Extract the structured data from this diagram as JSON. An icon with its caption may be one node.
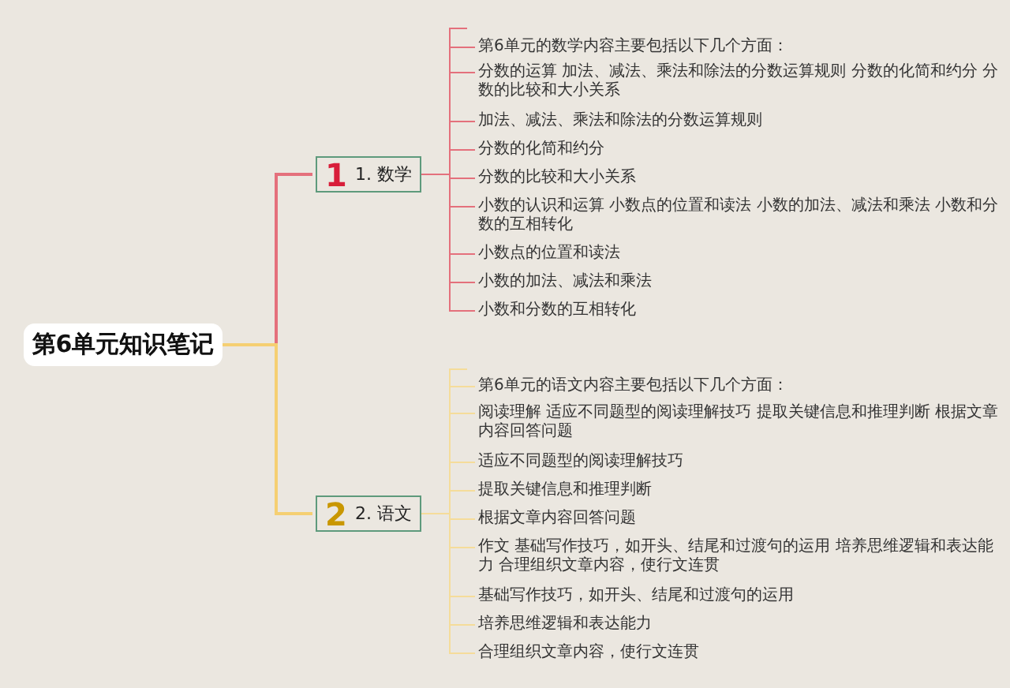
{
  "diagram": {
    "nodes": [
      {
        "text": [
          "第6单元知识笔记"
        ]
      },
      {
        "text": [
          "1",
          "1. 数学"
        ]
      },
      {
        "text": [
          "第6单元的数学内容主要包括以下几个方面："
        ]
      },
      {
        "text": [
          "分数的运算 加法、减法、乘法和除法的分数运算规则 分数的化简和约分 分数的比较和大小关系"
        ]
      },
      {
        "text": [
          "加法、减法、乘法和除法的分数运算规则"
        ]
      },
      {
        "text": [
          "分数的化简和约分"
        ]
      },
      {
        "text": [
          "分数的比较和大小关系"
        ]
      },
      {
        "text": [
          "小数的认识和运算 小数点的位置和读法 小数的加法、减法和乘法 小数和分数的互相转化"
        ]
      },
      {
        "text": [
          "小数点的位置和读法"
        ]
      },
      {
        "text": [
          "小数的加法、减法和乘法"
        ]
      },
      {
        "text": [
          "小数和分数的互相转化"
        ]
      },
      {
        "text": [
          "2",
          "2. 语文"
        ]
      },
      {
        "text": [
          "第6单元的语文内容主要包括以下几个方面："
        ]
      },
      {
        "text": [
          "阅读理解 适应不同题型的阅读理解技巧 提取关键信息和推理判断 根据文章内容回答问题"
        ]
      },
      {
        "text": [
          "适应不同题型的阅读理解技巧"
        ]
      },
      {
        "text": [
          "提取关键信息和推理判断"
        ]
      },
      {
        "text": [
          "根据文章内容回答问题"
        ]
      },
      {
        "text": [
          "作文 基础写作技巧，如开头、结尾和过渡句的运用 培养思维逻辑和表达能力 合理组织文章内容，使行文连贯"
        ]
      },
      {
        "text": [
          "基础写作技巧，如开头、结尾和过渡句的运用"
        ]
      },
      {
        "text": [
          "培养思维逻辑和表达能力"
        ]
      },
      {
        "text": [
          "合理组织文章内容，使行文连贯"
        ]
      }
    ],
    "edges": [
      {
        "from": 0,
        "to": 1,
        "arrow": "none",
        "color": "#e4707c"
      },
      {
        "from": 1,
        "to": 2,
        "arrow": "none",
        "color": "#e4707c"
      },
      {
        "from": 1,
        "to": 3,
        "arrow": "none",
        "color": "#e4707c"
      },
      {
        "from": 1,
        "to": 4,
        "arrow": "none",
        "color": "#e4707c"
      },
      {
        "from": 1,
        "to": 5,
        "arrow": "none",
        "color": "#e4707c"
      },
      {
        "from": 1,
        "to": 6,
        "arrow": "none",
        "color": "#e4707c"
      },
      {
        "from": 1,
        "to": 7,
        "arrow": "none",
        "color": "#e4707c"
      },
      {
        "from": 1,
        "to": 8,
        "arrow": "none",
        "color": "#e4707c"
      },
      {
        "from": 1,
        "to": 9,
        "arrow": "none",
        "color": "#e4707c"
      },
      {
        "from": 1,
        "to": 10,
        "arrow": "none",
        "color": "#e4707c"
      },
      {
        "from": 0,
        "to": 11,
        "arrow": "none",
        "color": "#f5cf72"
      },
      {
        "from": 11,
        "to": 12,
        "arrow": "none",
        "color": "#f5dc9a"
      },
      {
        "from": 11,
        "to": 13,
        "arrow": "none",
        "color": "#f5dc9a"
      },
      {
        "from": 11,
        "to": 14,
        "arrow": "none",
        "color": "#f5dc9a"
      },
      {
        "from": 11,
        "to": 15,
        "arrow": "none",
        "color": "#f5dc9a"
      },
      {
        "from": 11,
        "to": 16,
        "arrow": "none",
        "color": "#f5dc9a"
      },
      {
        "from": 11,
        "to": 17,
        "arrow": "none",
        "color": "#f5dc9a"
      },
      {
        "from": 11,
        "to": 18,
        "arrow": "none",
        "color": "#f5dc9a"
      },
      {
        "from": 11,
        "to": 19,
        "arrow": "none",
        "color": "#f5dc9a"
      },
      {
        "from": 11,
        "to": 20,
        "arrow": "none",
        "color": "#f5dc9a"
      }
    ]
  }
}
